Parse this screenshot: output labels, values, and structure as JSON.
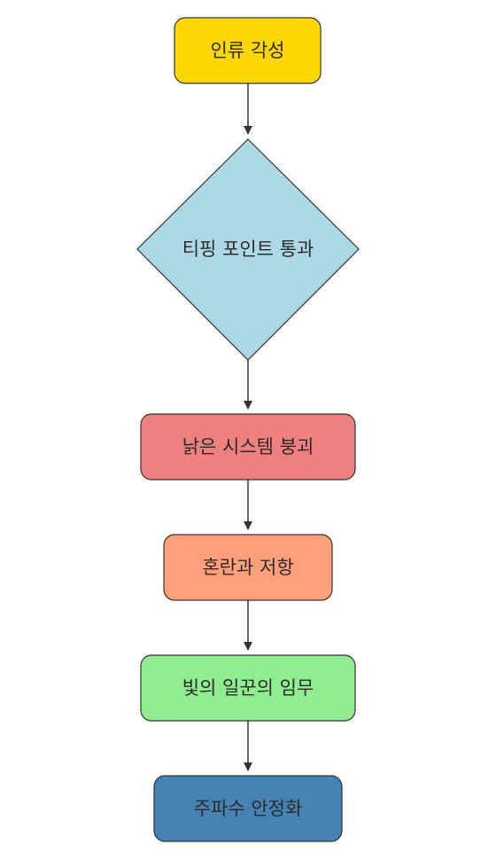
{
  "diagram": {
    "type": "flowchart",
    "direction": "top-to-bottom",
    "nodes": [
      {
        "id": "n1",
        "shape": "rounded-rect",
        "label": "인류 각성",
        "color": "#FFD700"
      },
      {
        "id": "n2",
        "shape": "diamond",
        "label": "티핑 포인트 통과",
        "color": "#ADD8E6"
      },
      {
        "id": "n3",
        "shape": "rounded-rect",
        "label": "낡은 시스템 붕괴",
        "color": "#F08080"
      },
      {
        "id": "n4",
        "shape": "rounded-rect",
        "label": "혼란과 저항",
        "color": "#FFA07A"
      },
      {
        "id": "n5",
        "shape": "rounded-rect",
        "label": "빛의 일꾼의 임무",
        "color": "#90EE90"
      },
      {
        "id": "n6",
        "shape": "rounded-rect",
        "label": "주파수 안정화",
        "color": "#4682B4"
      }
    ],
    "edges": [
      {
        "from": "n1",
        "to": "n2"
      },
      {
        "from": "n2",
        "to": "n3"
      },
      {
        "from": "n3",
        "to": "n4"
      },
      {
        "from": "n4",
        "to": "n5"
      },
      {
        "from": "n5",
        "to": "n6"
      }
    ],
    "border_color": "#333333",
    "edge_color": "#333333"
  }
}
